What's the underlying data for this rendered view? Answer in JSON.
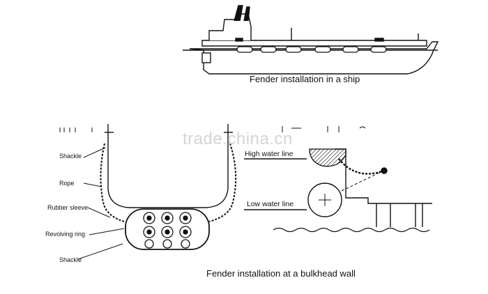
{
  "captions": {
    "ship": "Fender installation in a ship",
    "bulkhead": "Fender installation at a bulkhead wall"
  },
  "left_labels": [
    "Shackle",
    "Rope",
    "Rubber sleeve",
    "Revolving ring",
    "Shackle"
  ],
  "right_labels": {
    "high_water": "High water line",
    "low_water": "Low water line"
  },
  "watermark": "trade.china.cn",
  "colors": {
    "ink": "#111111",
    "watermark": "#d4d4d4",
    "background": "#ffffff"
  }
}
